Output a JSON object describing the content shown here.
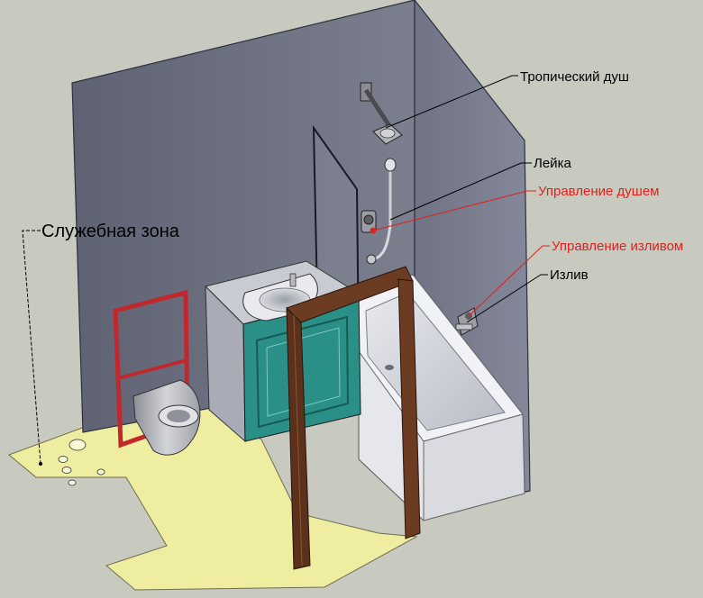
{
  "labels": {
    "service_zone": "Служебная зона",
    "rain_shower": "Тропический душ",
    "hand_shower": "Лейка",
    "shower_control": "Управление душем",
    "spout_control": "Управление изливом",
    "spout": "Излив"
  },
  "colors": {
    "background": "#c8cac0",
    "wall": "#6f7281",
    "floor": "#efeea0",
    "door_frame": "#6b3b22",
    "vanity_front": "#2a8f86",
    "toilet_frame": "#c0282d",
    "callout_black": "#000000",
    "callout_red": "#e0201c"
  }
}
